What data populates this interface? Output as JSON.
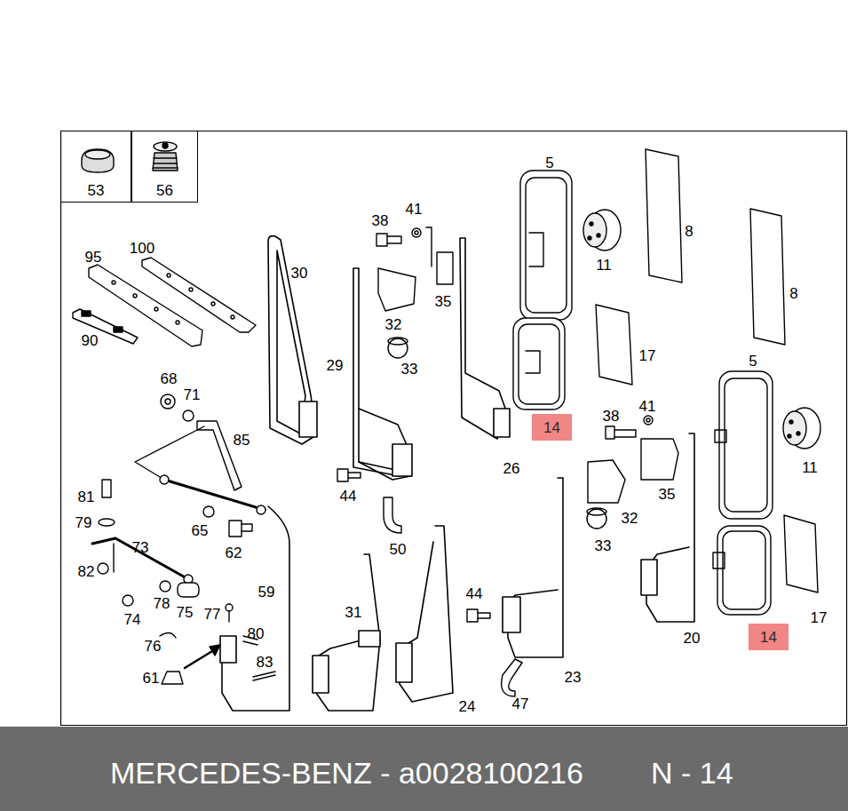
{
  "diagram": {
    "nodes": [
      {
        "text": [
          "53"
        ]
      },
      {
        "text": [
          "56"
        ]
      },
      {
        "text": [
          "14"
        ]
      },
      {
        "text": [
          "14"
        ]
      },
      {
        "text": [
          "MERCEDES-BENZ - a0028100216",
          "N - 14"
        ]
      }
    ],
    "labels": [
      "95",
      "100",
      "90",
      "30",
      "38",
      "41",
      "35",
      "32",
      "33",
      "29",
      "5",
      "11",
      "8",
      "8",
      "17",
      "68",
      "71",
      "85",
      "26",
      "38",
      "41",
      "5",
      "11",
      "35",
      "32",
      "33",
      "44",
      "50",
      "81",
      "79",
      "65",
      "62",
      "73",
      "82",
      "59",
      "78",
      "75",
      "77",
      "74",
      "76",
      "80",
      "83",
      "61",
      "31",
      "24",
      "44",
      "23",
      "47",
      "20",
      "17"
    ]
  }
}
